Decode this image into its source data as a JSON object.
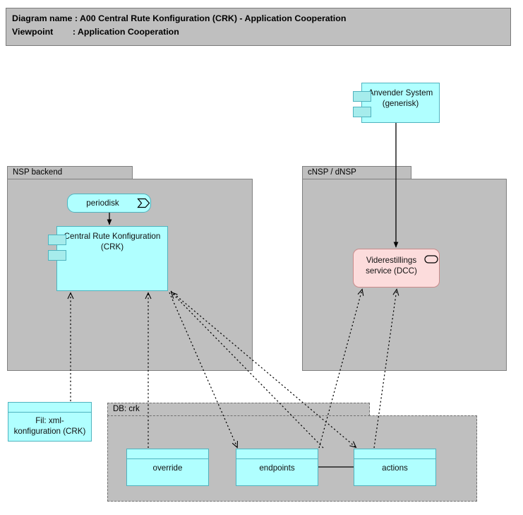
{
  "header": {
    "line1": "Diagram name : A00 Central Rute Konfiguration (CRK) - Application Cooperation",
    "line2": "Viewpoint        : Application Cooperation"
  },
  "groups": [
    {
      "id": "nsp-backend",
      "label": "NSP backend"
    },
    {
      "id": "cnsp-dnsp",
      "label": "cNSP / dNSP"
    },
    {
      "id": "db-crk",
      "label": "DB: crk"
    }
  ],
  "nodes": {
    "anvender_system": {
      "line1": "Anvender System",
      "line2": "(generisk)"
    },
    "periodisk": {
      "label": "periodisk",
      "icon": "event-icon"
    },
    "crk": {
      "line1": "Central Rute Konfiguration",
      "line2": "(CRK)"
    },
    "dcc": {
      "line1": "Viderestillings",
      "line2": "service (DCC)",
      "icon": "service-icon"
    },
    "fil": {
      "line1": "Fil: xml-",
      "line2": "konfiguration (CRK)"
    },
    "override": {
      "label": "override"
    },
    "endpoints": {
      "label": "endpoints"
    },
    "actions": {
      "label": "actions"
    }
  },
  "colors": {
    "application": "#b0ffff",
    "application_border": "#4fb3bf",
    "service": "#fcdcdc",
    "service_border": "#c98b8b",
    "group_fill": "#bfbfbf",
    "group_border": "#808080",
    "canvas": "#ffffff",
    "line": "#000000"
  },
  "connections": [
    {
      "from": "periodisk",
      "to": "crk",
      "style": "solid",
      "arrow": "filled"
    },
    {
      "from": "anvender_system",
      "to": "dcc",
      "style": "solid",
      "arrow": "filled"
    },
    {
      "from": "fil",
      "to": "crk",
      "style": "dotted",
      "arrow": "open"
    },
    {
      "from": "endpoints",
      "to": "crk",
      "style": "dotted",
      "arrow": "open"
    },
    {
      "from": "crk",
      "to": "endpoints",
      "style": "dotted",
      "arrow": "open"
    },
    {
      "from": "crk",
      "to": "actions",
      "style": "dotted",
      "arrow": "open"
    },
    {
      "from": "override",
      "to": "crk",
      "style": "dotted",
      "arrow": "open"
    },
    {
      "from": "actions",
      "to": "dcc",
      "style": "dotted",
      "arrow": "open"
    },
    {
      "from": "endpoints",
      "to": "dcc",
      "style": "dotted",
      "arrow": "open"
    },
    {
      "from": "endpoints",
      "to": "actions",
      "style": "solid",
      "arrow": "none"
    }
  ]
}
